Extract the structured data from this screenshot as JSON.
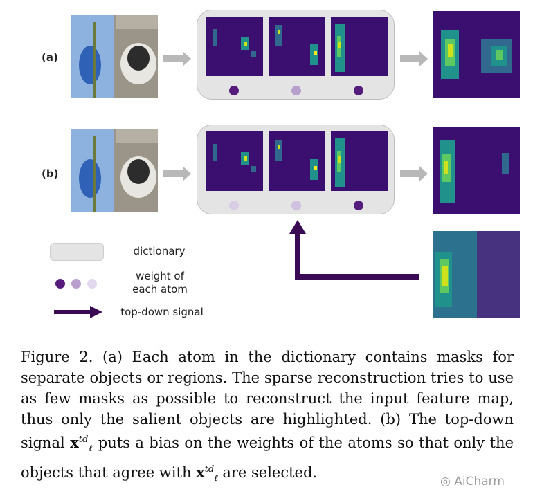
{
  "rows": [
    {
      "label": "(a)",
      "weights": [
        "#551b7d",
        "#b89fcd",
        "#551b7d"
      ]
    },
    {
      "label": "(b)",
      "weights": [
        "#d9cde6",
        "#cfc1df",
        "#551b7d"
      ]
    }
  ],
  "legend": {
    "dictionary": "dictionary",
    "weight": "weight of each atom",
    "topdown": "top-down signal",
    "weight_dots": [
      "#551b7d",
      "#b89fcd",
      "#e3d9ee"
    ]
  },
  "colors": {
    "arrow_gray": "#b8b8b8",
    "topdown_arrow": "#3a0a55",
    "map_bg": "#3b0f6f",
    "map_hot": "#cde11d",
    "map_mid": "#21918c"
  },
  "caption": {
    "p1": "Figure 2. (a) Each atom in the dictionary contains masks for separate objects or regions. The sparse reconstruction tries to use as few masks as possible to reconstruct the input feature map, thus only the salient objects are highlighted. (b) The top-down signal",
    "x_base": "x",
    "x_sup": "td",
    "x_sub": "ℓ",
    "p2": "puts a bias on the weights of the atoms so that only the objects that agree with",
    "p3": "are selected."
  },
  "watermark": "AiCharm"
}
